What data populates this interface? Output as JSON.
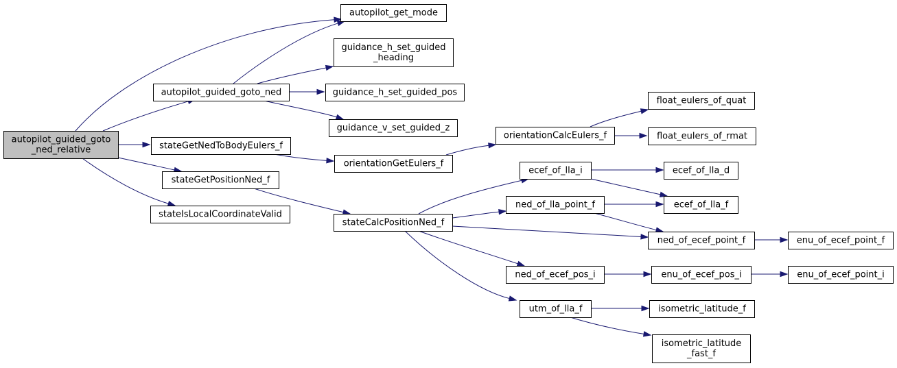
{
  "graph": {
    "nodes": [
      {
        "id": "root",
        "lines": [
          "autopilot_guided_goto",
          "_ned_relative"
        ],
        "root": true
      },
      {
        "id": "agm",
        "lines": [
          "autopilot_get_mode"
        ]
      },
      {
        "id": "ghsh",
        "lines": [
          "guidance_h_set_guided",
          "_heading"
        ]
      },
      {
        "id": "agn",
        "lines": [
          "autopilot_guided_goto_ned"
        ]
      },
      {
        "id": "ghsp",
        "lines": [
          "guidance_h_set_guided_pos"
        ]
      },
      {
        "id": "gvsz",
        "lines": [
          "guidance_v_set_guided_z"
        ]
      },
      {
        "id": "sgnbe",
        "lines": [
          "stateGetNedToBodyEulers_f"
        ]
      },
      {
        "id": "sgpn",
        "lines": [
          "stateGetPositionNed_f"
        ]
      },
      {
        "id": "silcv",
        "lines": [
          "stateIsLocalCoordinateValid"
        ]
      },
      {
        "id": "oge",
        "lines": [
          "orientationGetEulers_f"
        ]
      },
      {
        "id": "oce",
        "lines": [
          "orientationCalcEulers_f"
        ]
      },
      {
        "id": "feq",
        "lines": [
          "float_eulers_of_quat"
        ]
      },
      {
        "id": "fer",
        "lines": [
          "float_eulers_of_rmat"
        ]
      },
      {
        "id": "scpn",
        "lines": [
          "stateCalcPositionNed_f"
        ]
      },
      {
        "id": "eoli",
        "lines": [
          "ecef_of_lla_i"
        ]
      },
      {
        "id": "eold",
        "lines": [
          "ecef_of_lla_d"
        ]
      },
      {
        "id": "nolp",
        "lines": [
          "ned_of_lla_point_f"
        ]
      },
      {
        "id": "eolf",
        "lines": [
          "ecef_of_lla_f"
        ]
      },
      {
        "id": "noep",
        "lines": [
          "ned_of_ecef_point_f"
        ]
      },
      {
        "id": "eoepf",
        "lines": [
          "enu_of_ecef_point_f"
        ]
      },
      {
        "id": "noepi",
        "lines": [
          "ned_of_ecef_pos_i"
        ]
      },
      {
        "id": "eoepi",
        "lines": [
          "enu_of_ecef_pos_i"
        ]
      },
      {
        "id": "eoepti",
        "lines": [
          "enu_of_ecef_point_i"
        ]
      },
      {
        "id": "uolf",
        "lines": [
          "utm_of_lla_f"
        ]
      },
      {
        "id": "ilf",
        "lines": [
          "isometric_latitude_f"
        ]
      },
      {
        "id": "ilff",
        "lines": [
          "isometric_latitude",
          "_fast_f"
        ]
      }
    ],
    "edges": [
      {
        "from": "root",
        "to": "agm"
      },
      {
        "from": "root",
        "to": "agn"
      },
      {
        "from": "root",
        "to": "sgnbe"
      },
      {
        "from": "root",
        "to": "sgpn"
      },
      {
        "from": "root",
        "to": "silcv"
      },
      {
        "from": "agn",
        "to": "agm"
      },
      {
        "from": "agn",
        "to": "ghsh"
      },
      {
        "from": "agn",
        "to": "ghsp"
      },
      {
        "from": "agn",
        "to": "gvsz"
      },
      {
        "from": "sgnbe",
        "to": "oge"
      },
      {
        "from": "oge",
        "to": "oce"
      },
      {
        "from": "oce",
        "to": "feq"
      },
      {
        "from": "oce",
        "to": "fer"
      },
      {
        "from": "sgpn",
        "to": "scpn"
      },
      {
        "from": "scpn",
        "to": "eoli"
      },
      {
        "from": "scpn",
        "to": "nolp"
      },
      {
        "from": "scpn",
        "to": "noep"
      },
      {
        "from": "scpn",
        "to": "noepi"
      },
      {
        "from": "scpn",
        "to": "uolf"
      },
      {
        "from": "eoli",
        "to": "eold"
      },
      {
        "from": "eoli",
        "to": "eolf"
      },
      {
        "from": "nolp",
        "to": "eolf"
      },
      {
        "from": "nolp",
        "to": "noep"
      },
      {
        "from": "noep",
        "to": "eoepf"
      },
      {
        "from": "noepi",
        "to": "eoepi"
      },
      {
        "from": "eoepi",
        "to": "eoepti"
      },
      {
        "from": "uolf",
        "to": "ilf"
      },
      {
        "from": "uolf",
        "to": "ilff"
      }
    ]
  }
}
